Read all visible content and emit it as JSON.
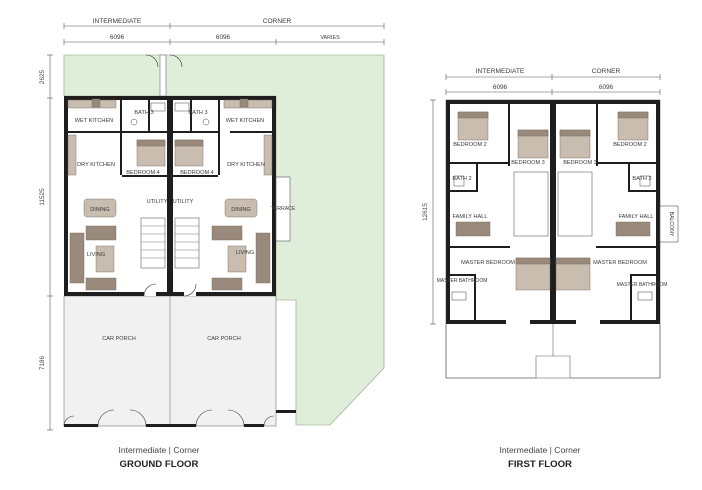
{
  "colors": {
    "lawn": "#dfeed9",
    "porch": "#f1f1f1",
    "wall": "#1e1e1e",
    "furniture": "#9a8a7c",
    "text": "#3a3a3a"
  },
  "ground": {
    "header_intermediate": "INTERMEDIATE",
    "header_corner": "CORNER",
    "dim_top_1": "6096",
    "dim_top_2": "6096",
    "dim_top_3": "VARIES",
    "dim_left_1": "2625",
    "dim_left_2": "11525",
    "dim_left_3": "7186",
    "rooms": {
      "wet_kitchen_l": "WET KITCHEN",
      "bath3_l": "BATH 3",
      "bath3_r": "BATH 3",
      "wet_kitchen_r": "WET KITCHEN",
      "dry_kitchen_l": "DRY KITCHEN",
      "bedroom4_l": "BEDROOM 4",
      "bedroom4_r": "BEDROOM 4",
      "dry_kitchen_r": "DRY KITCHEN",
      "dining_l": "DINING",
      "dining_r": "DINING",
      "utility_l": "UTILITY",
      "utility_r": "UTILITY",
      "terrace": "TERRACE",
      "living_l": "LIVING",
      "living_r": "LIVING",
      "car_porch_l": "CAR PORCH",
      "car_porch_r": "CAR PORCH"
    },
    "caption_line1": "Intermediate | Corner",
    "caption_line2": "GROUND FLOOR"
  },
  "first": {
    "header_intermediate": "INTERMEDIATE",
    "header_corner": "CORNER",
    "dim_top_1": "6096",
    "dim_top_2": "6096",
    "dim_left": "12615",
    "rooms": {
      "bedroom2_l": "BEDROOM 2",
      "bedroom2_r": "BEDROOM 2",
      "bedroom3_l": "BEDROOM 3",
      "bedroom3_r": "BEDROOM 3",
      "bath2_l": "BATH 2",
      "bath2_r": "BATH 2",
      "family_hall_l": "FAMILY HALL",
      "family_hall_r": "FAMILY HALL",
      "balcony": "BALCONY",
      "master_bedroom_l": "MASTER BEDROOM",
      "master_bedroom_r": "MASTER BEDROOM",
      "master_bathroom_l": "MASTER BATHROOM",
      "master_bathroom_r": "MASTER BATHROOM"
    },
    "caption_line1": "Intermediate | Corner",
    "caption_line2": "FIRST FLOOR"
  }
}
